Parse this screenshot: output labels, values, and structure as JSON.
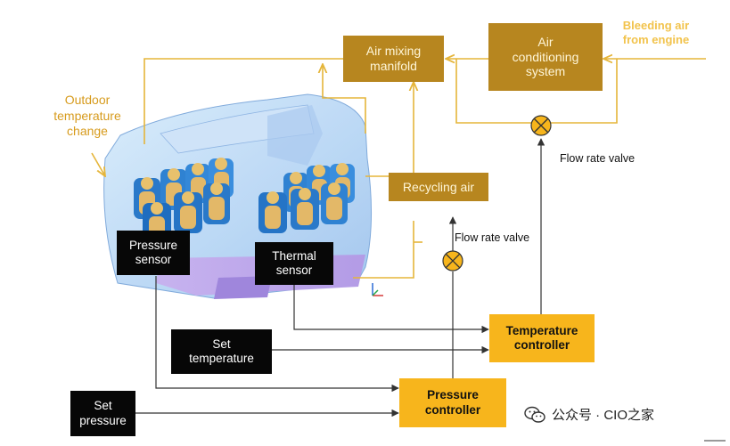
{
  "boxes": {
    "air_mixing_manifold": "Air mixing\nmanifold",
    "air_conditioning_system": "Air\nconditioning\nsystem",
    "recycling_air": "Recycling air",
    "pressure_sensor": "Pressure\nsensor",
    "thermal_sensor": "Thermal\nsensor",
    "temperature_controller": "Temperature\ncontroller",
    "pressure_controller": "Pressure\ncontroller",
    "set_temperature": "Set\ntemperature",
    "set_pressure": "Set\npressure"
  },
  "labels": {
    "outdoor_temperature_change": "Outdoor\ntemperature\nchange",
    "bleeding_air": "Bleeding air\nfrom engine",
    "flow_rate_valve_top": "Flow rate valve",
    "flow_rate_valve_mid": "Flow rate valve"
  },
  "watermark": {
    "text": "公众号 · CIO之家"
  },
  "colors": {
    "air_line": "#e5b53a",
    "signal_line": "#333333",
    "gold_box": "#b7861f",
    "controller_box": "#f7b51c",
    "sensor_box": "#070707"
  }
}
